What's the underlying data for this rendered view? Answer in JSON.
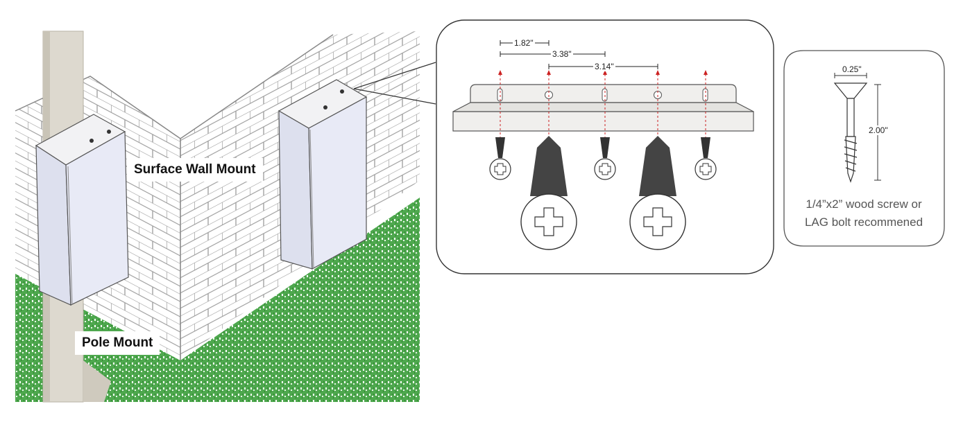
{
  "scene": {
    "surface_label": "Surface Wall Mount",
    "pole_label": "Pole Mount"
  },
  "bracket_detail": {
    "dim_1": "1.82\"",
    "dim_2": "3.38\"",
    "dim_3": "3.14\""
  },
  "screw_detail": {
    "width": "0.25\"",
    "length": "2.00\"",
    "note_line1": "1/4”x2” wood screw or",
    "note_line2": "LAG bolt recommened"
  },
  "colors": {
    "brick_line": "#9a9a9a",
    "grass": "#3d9a3d",
    "pole": "#ddd9cf",
    "box": "#e6e8f5",
    "hole_arrow": "#cc2222"
  }
}
